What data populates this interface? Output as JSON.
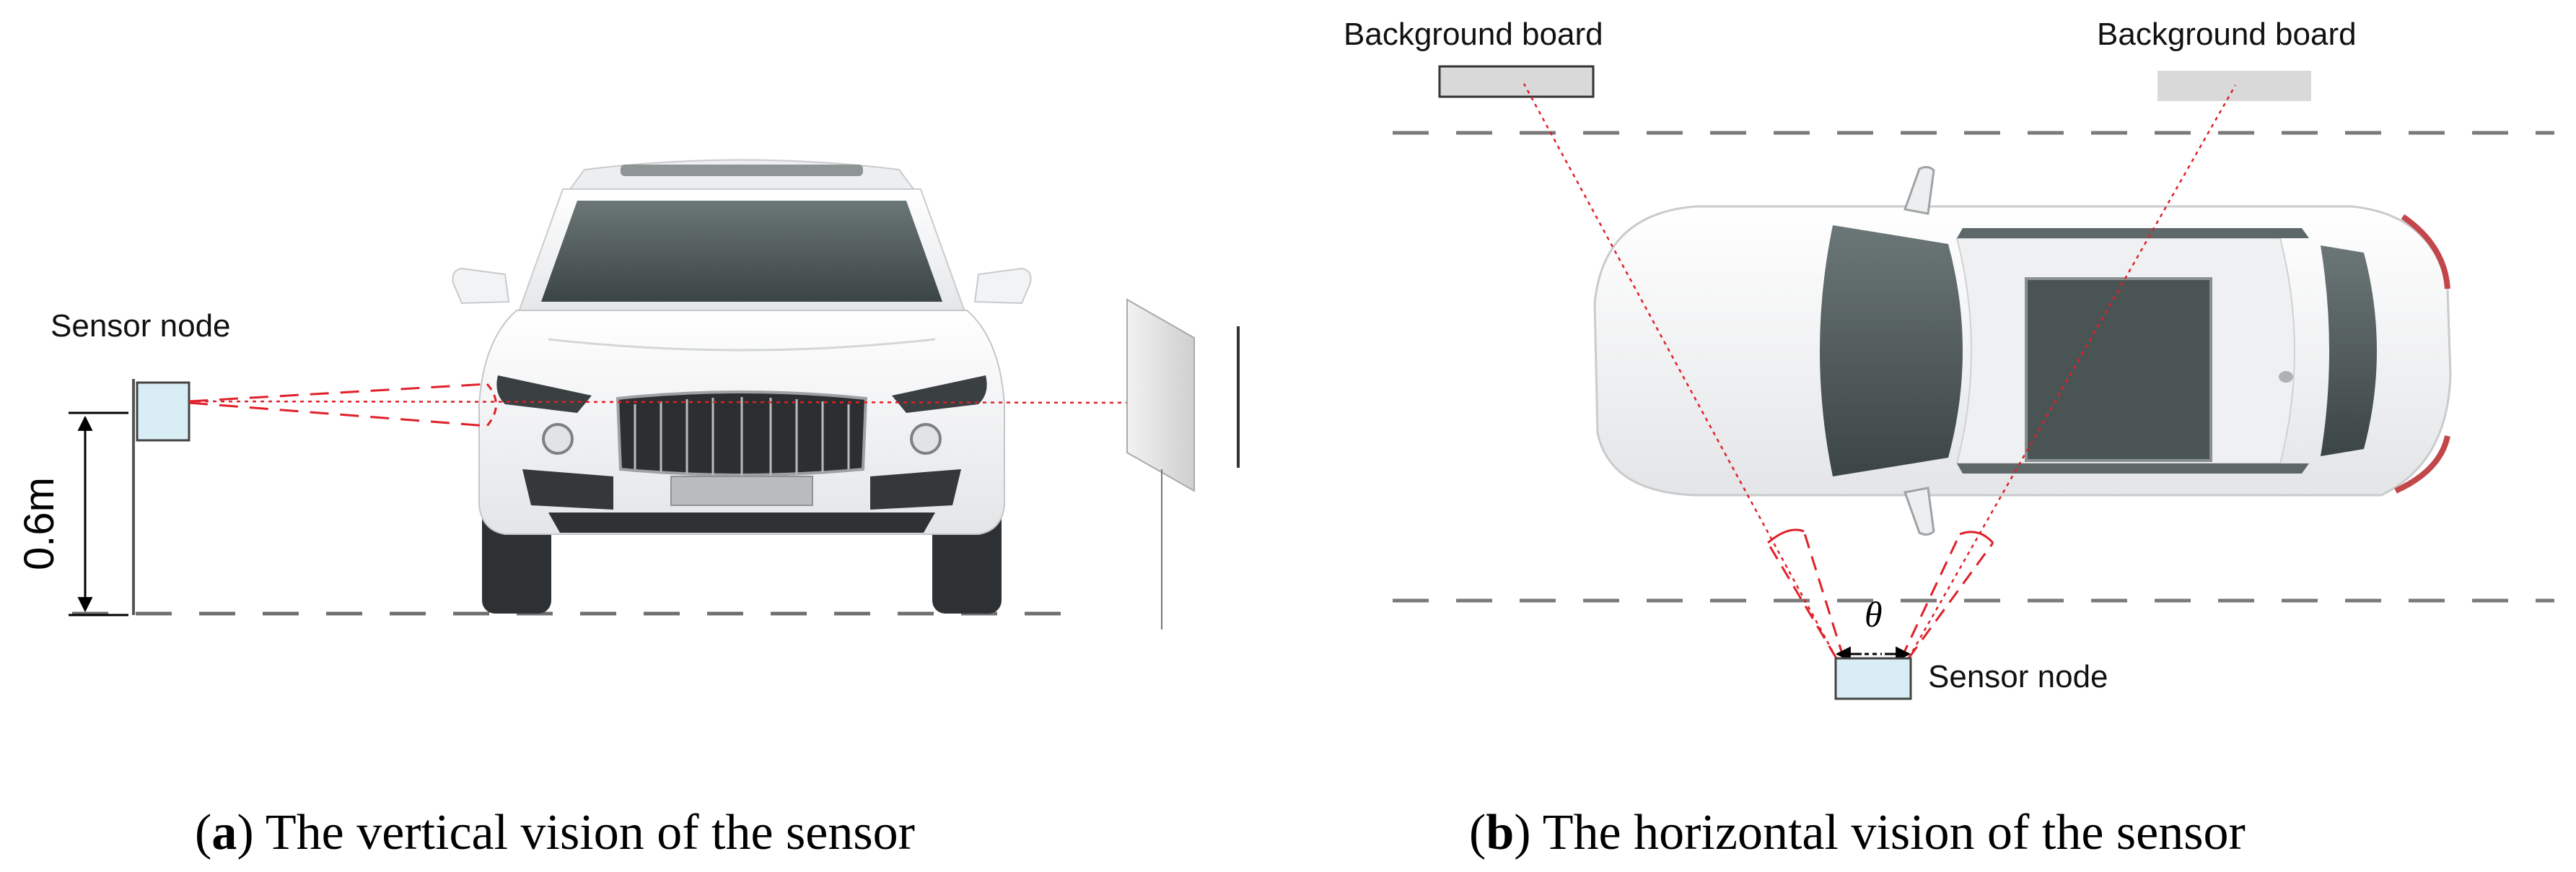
{
  "panel_a": {
    "sensor_label": "Sensor node",
    "height_label": "0.6m",
    "caption_letter": "a",
    "caption_text": " The vertical vision of the sensor"
  },
  "panel_b": {
    "board_left_label": "Background board",
    "board_right_label": "Background board",
    "angle_label": "θ",
    "sensor_label": "Sensor node",
    "caption_letter": "b",
    "caption_text": " The horizontal vision of the sensor"
  },
  "colors": {
    "beam": "#e0202a",
    "sensor_fill": "#d9edf5",
    "board_fill": "#d9d9d9",
    "lane_line": "#7a7a7a",
    "car_body": "#f4f5f6",
    "glass": "#4f5a5a"
  },
  "icons": {
    "car_front": "car-front-view-icon",
    "car_top": "car-top-view-icon"
  }
}
